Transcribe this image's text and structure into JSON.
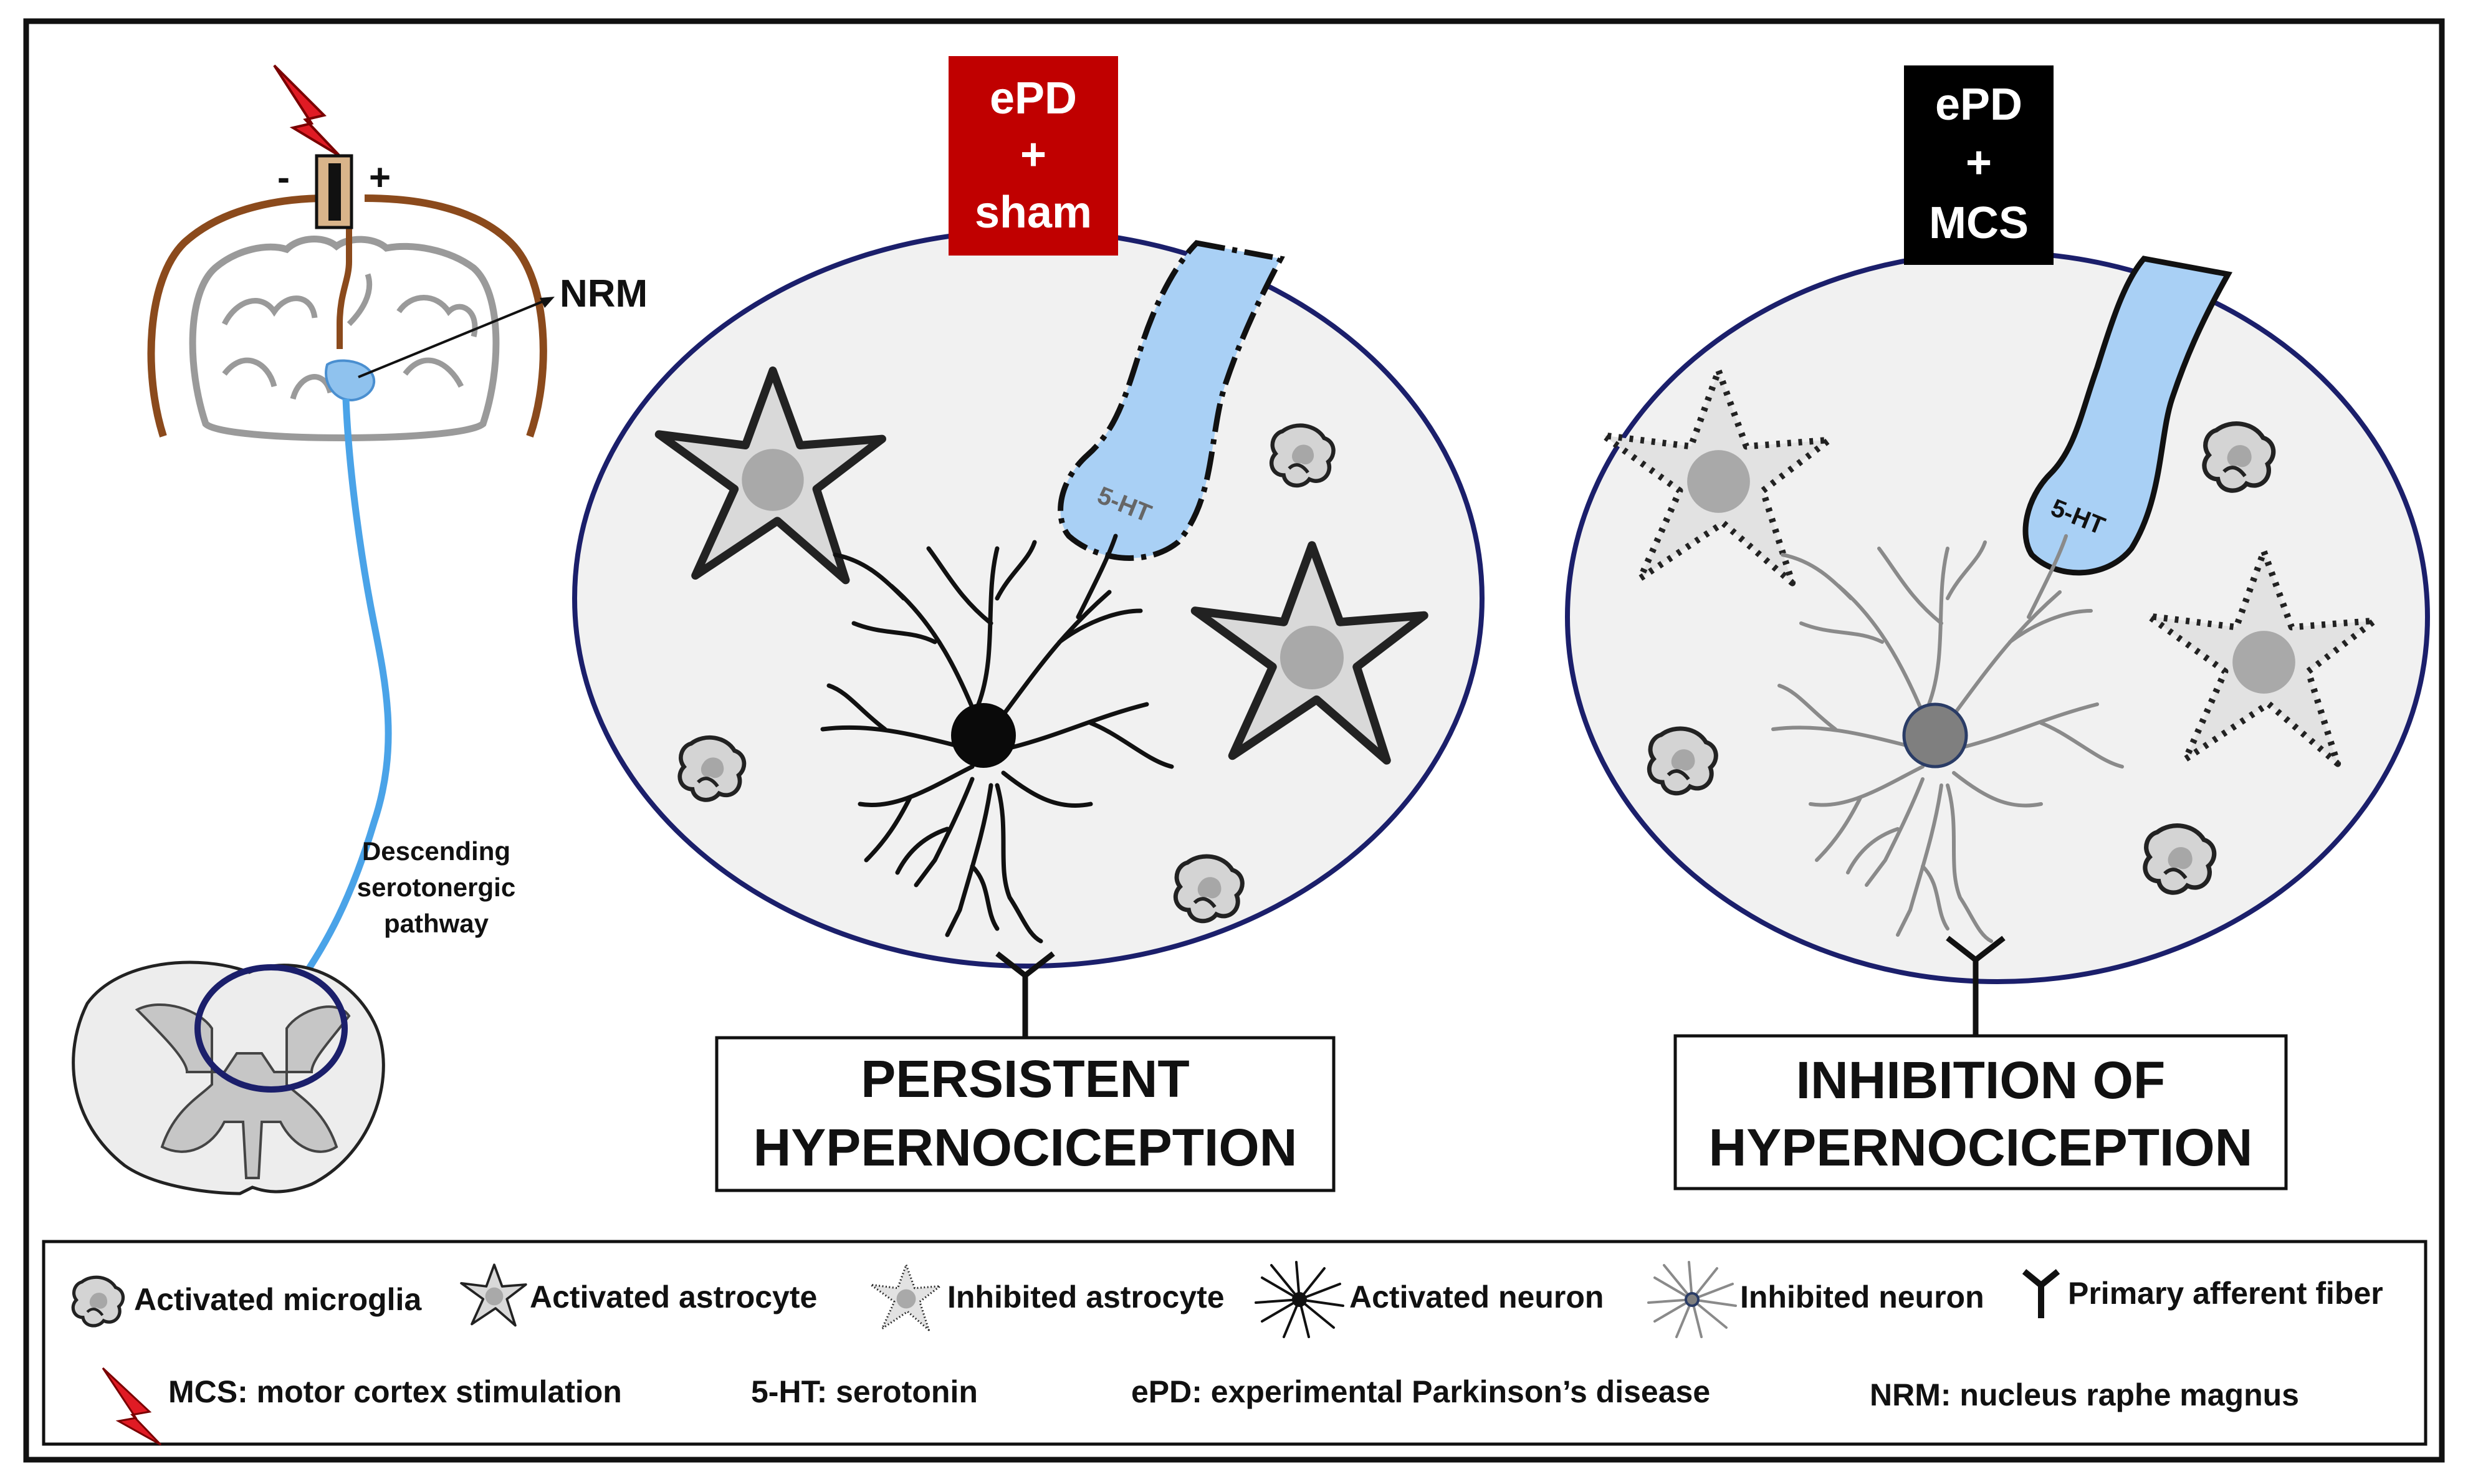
{
  "left": {
    "minus": "-",
    "plus": "+",
    "nrm": "NRM",
    "pathway": [
      "Descending",
      "serotonergic",
      "pathway"
    ]
  },
  "sham": {
    "badge": [
      "ePD",
      "+",
      "sham"
    ],
    "ht": "5-HT",
    "outcome": [
      "PERSISTENT",
      "HYPERNOCICEPTION"
    ]
  },
  "mcs": {
    "badge": [
      "ePD",
      "+",
      "MCS"
    ],
    "ht": "5-HT",
    "outcome": [
      "INHIBITION OF",
      "HYPERNOCICEPTION"
    ]
  },
  "legend": {
    "activated_microglia": "Activated microglia",
    "activated_astrocyte": "Activated astrocyte",
    "inhibited_astrocyte": "Inhibited astrocyte",
    "activated_neuron": "Activated neuron",
    "inhibited_neuron": "Inhibited neuron",
    "primary_afferent": "Primary afferent fiber",
    "mcs_def": "MCS: motor cortex stimulation",
    "ht_def": "5-HT: serotonin",
    "epd_def": "ePD: experimental Parkinson’s disease",
    "nrm_def": "NRM: nucleus raphe magnus"
  },
  "colors": {
    "sham_badge": "#c00000",
    "mcs_badge": "#000000",
    "pathway_blue": "#4aa3e8",
    "fiber_blue": "#a9d0f5",
    "circle_border": "#1b1f6b",
    "brain_brown": "#8b4a1c",
    "bolt_red": "#e01b24"
  },
  "icons": [
    "lightning-bolt-icon",
    "electrode-icon",
    "microglia-icon",
    "astrocyte-icon",
    "inhibited-astrocyte-icon",
    "neuron-icon",
    "inhibited-neuron-icon",
    "afferent-fiber-icon"
  ]
}
